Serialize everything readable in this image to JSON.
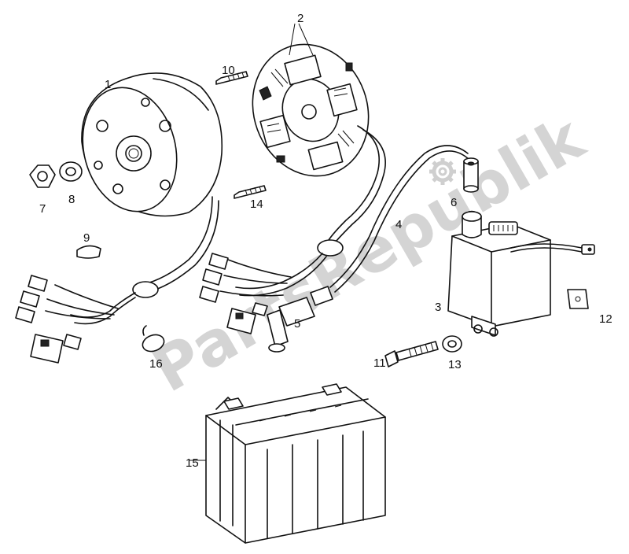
{
  "watermark": "PartsRepublik",
  "labels": {
    "p1": "1",
    "p2": "2",
    "p3": "3",
    "p4": "4",
    "p5": "5",
    "p6": "6",
    "p7": "7",
    "p8": "8",
    "p9": "9",
    "p10": "10",
    "p11": "11",
    "p12": "12",
    "p13": "13",
    "p14": "14",
    "p15": "15",
    "p16": "16"
  },
  "colors": {
    "line": "#111111",
    "watermark": "#d4d4d4"
  }
}
